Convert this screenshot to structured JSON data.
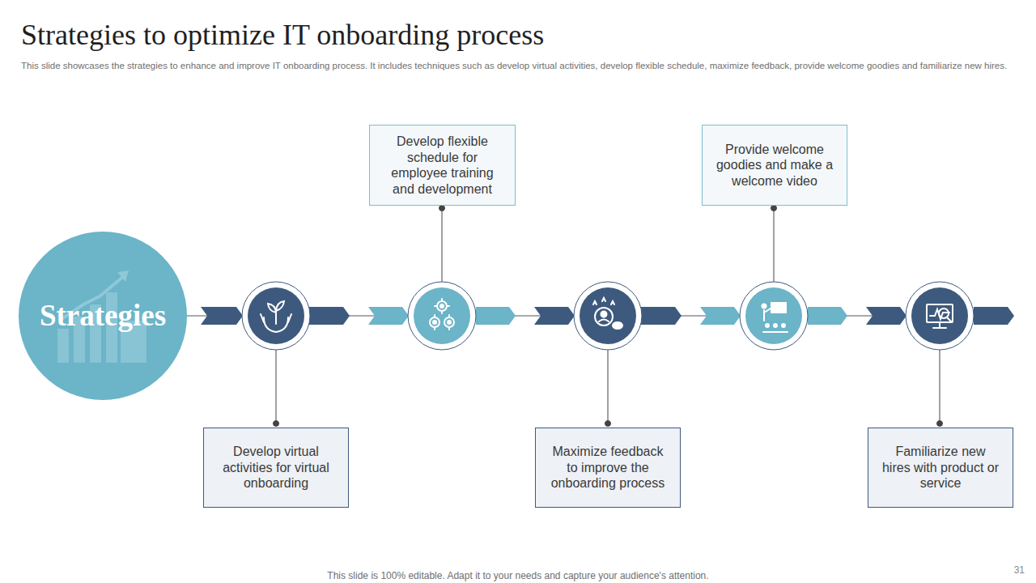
{
  "diagram": {
    "title": "Strategies to optimize IT onboarding process",
    "caption": "This slide showcases the strategies to enhance and improve IT onboarding process. It includes techniques such as develop virtual activities, develop flexible schedule, maximize feedback, provide welcome goodies and familiarize new hires.",
    "nodes": [
      {
        "text": [
          "Strategies"
        ]
      },
      {
        "text": [
          "Develop virtual activities for virtual onboarding"
        ]
      },
      {
        "text": [
          "Develop flexible schedule for employee training and development"
        ]
      },
      {
        "text": [
          "Maximize feedback to improve the onboarding process"
        ]
      },
      {
        "text": [
          "Provide welcome goodies and make a welcome video"
        ]
      },
      {
        "text": [
          "Familiarize new hires with product or service"
        ]
      }
    ],
    "labels": [
      "This slide is 100% editable. Adapt it to your needs and capture your audience's attention.",
      "31"
    ]
  }
}
